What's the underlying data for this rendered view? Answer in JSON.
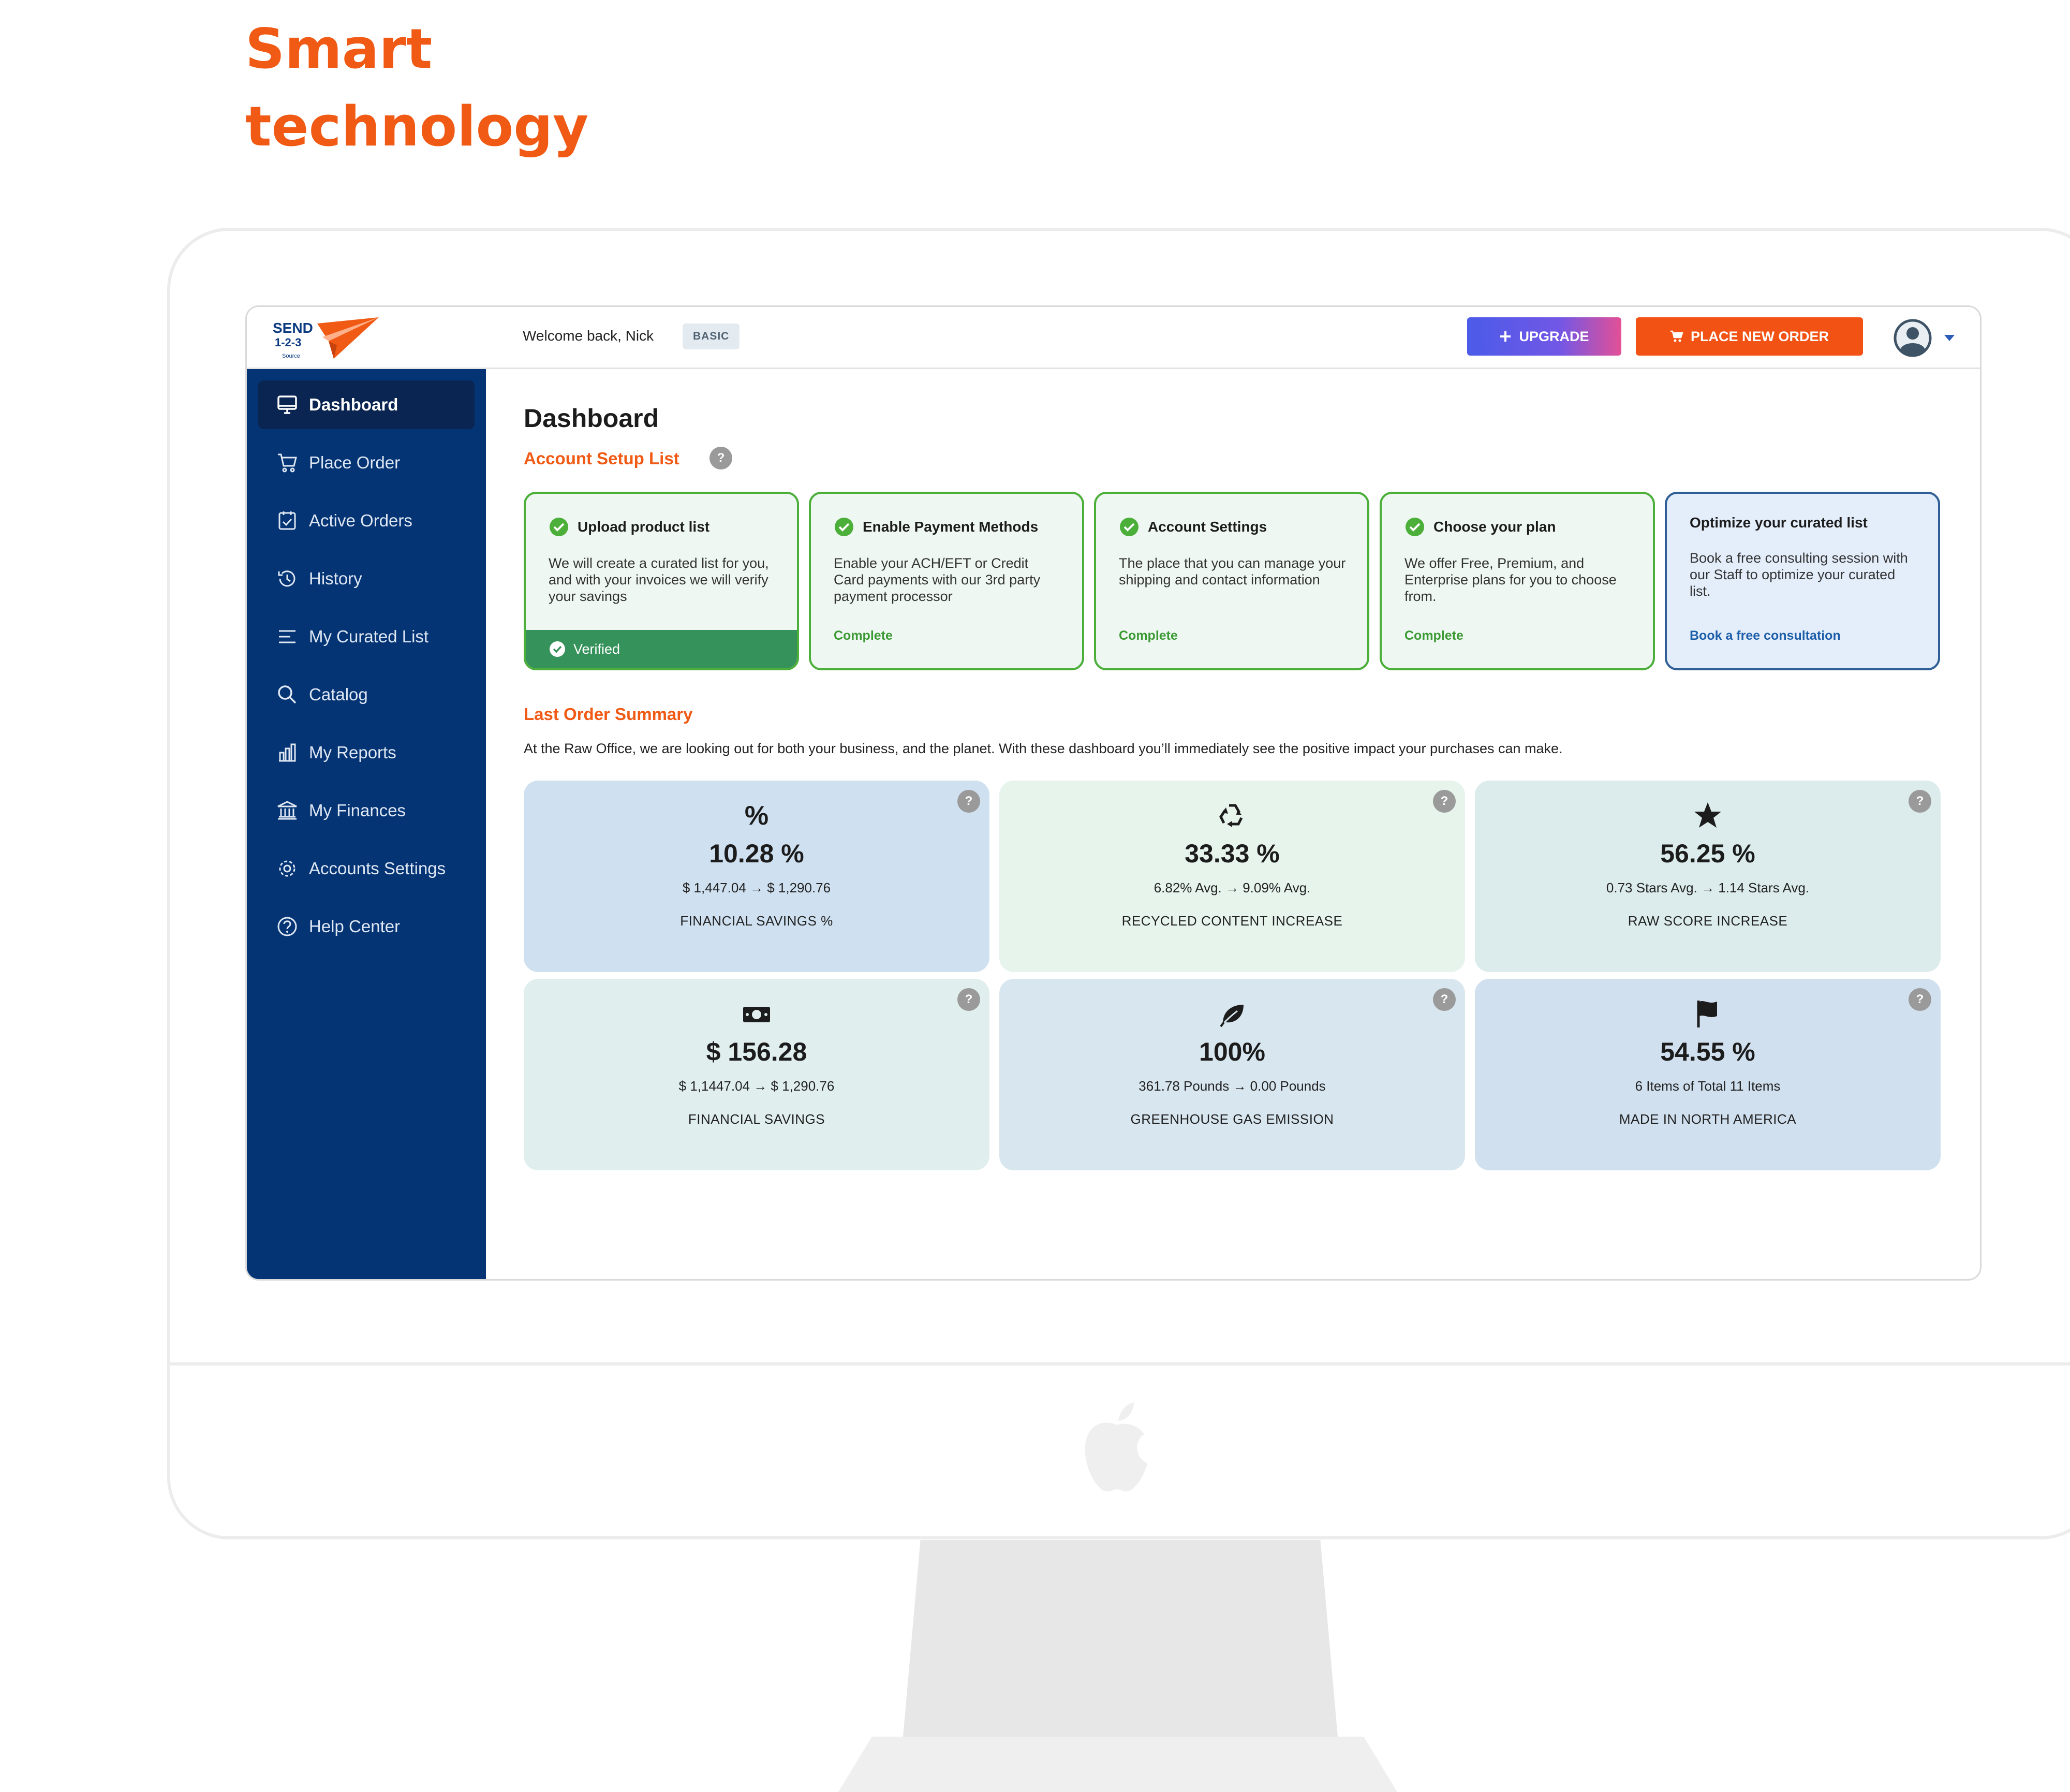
{
  "headline": {
    "line1": "Smart",
    "line2": "technology"
  },
  "colors": {
    "accent": "#f05a14",
    "sidebar": "#043474",
    "setup_border": "#4caf3a",
    "verified": "#35925a"
  },
  "topbar": {
    "logo_text": "SEND",
    "logo_numbers": "1-2-3",
    "logo_sub": "Source",
    "welcome": "Welcome back, Nick",
    "plan_badge": "BASIC",
    "upgrade_label": "UPGRADE",
    "place_order_label": "PLACE NEW ORDER"
  },
  "sidebar": {
    "items": [
      {
        "label": "Dashboard",
        "icon": "monitor-icon"
      },
      {
        "label": "Place Order",
        "icon": "cart-icon"
      },
      {
        "label": "Active Orders",
        "icon": "clipboard-check-icon"
      },
      {
        "label": "History",
        "icon": "history-icon"
      },
      {
        "label": "My Curated List",
        "icon": "list-icon"
      },
      {
        "label": "Catalog",
        "icon": "search-icon"
      },
      {
        "label": "My Reports",
        "icon": "bar-chart-icon"
      },
      {
        "label": "My Finances",
        "icon": "bank-icon"
      },
      {
        "label": "Accounts Settings",
        "icon": "gear-icon"
      },
      {
        "label": "Help Center",
        "icon": "help-circle-icon"
      }
    ]
  },
  "main": {
    "title": "Dashboard",
    "setup_title": "Account Setup List",
    "setup_cards": [
      {
        "title": "Upload product list",
        "body": "We will create a curated list for you, and with your invoices we will verify your savings",
        "status": "Verified"
      },
      {
        "title": "Enable Payment Methods",
        "body": "Enable your ACH/EFT or Credit Card payments with our 3rd party payment processor",
        "status": "Complete"
      },
      {
        "title": "Account Settings",
        "body": "The place that you can manage your shipping and contact information",
        "status": "Complete"
      },
      {
        "title": "Choose your plan",
        "body": "We offer Free, Premium, and Enterprise plans for you to choose from.",
        "status": "Complete"
      },
      {
        "title": "Optimize your curated list",
        "body": "Book a free consulting session with our Staff to optimize your curated list.",
        "link": "Book a free consultation"
      }
    ],
    "summary_title": "Last Order Summary",
    "summary_desc": "At the Raw Office, we are looking out for both your business, and the planet. With these dashboard you’ll immediately see the positive impact your purchases can make.",
    "metrics": [
      {
        "icon": "percent-icon",
        "glyph": "%",
        "value": "10.28 %",
        "sub": "$ 1,447.04 → $ 1,290.76",
        "label": "FINANCIAL SAVINGS %",
        "bg": "#cfe0f0"
      },
      {
        "icon": "recycle-icon",
        "glyph": "",
        "value": "33.33 %",
        "sub": "6.82% Avg. → 9.09% Avg.",
        "label": "RECYCLED CONTENT INCREASE",
        "bg": "#e6f4ec"
      },
      {
        "icon": "star-icon",
        "glyph": "",
        "value": "56.25 %",
        "sub": "0.73 Stars Avg. → 1.14 Stars Avg.",
        "label": "RAW SCORE INCREASE",
        "bg": "#dcecec"
      },
      {
        "icon": "money-icon",
        "glyph": "",
        "value": "$ 156.28",
        "sub": "$ 1,1447.04 → $ 1,290.76",
        "label": "FINANCIAL SAVINGS",
        "bg": "#e0efee"
      },
      {
        "icon": "leaf-icon",
        "glyph": "",
        "value": "100%",
        "sub": "361.78 Pounds → 0.00 Pounds",
        "label": "GREENHOUSE GAS EMISSION",
        "bg": "#d8e6ef"
      },
      {
        "icon": "flag-icon",
        "glyph": "",
        "value": "54.55 %",
        "sub": "6 Items of Total 11 Items",
        "label": "MADE IN NORTH AMERICA",
        "bg": "#d0e0ef"
      }
    ],
    "help_glyph": "?"
  }
}
